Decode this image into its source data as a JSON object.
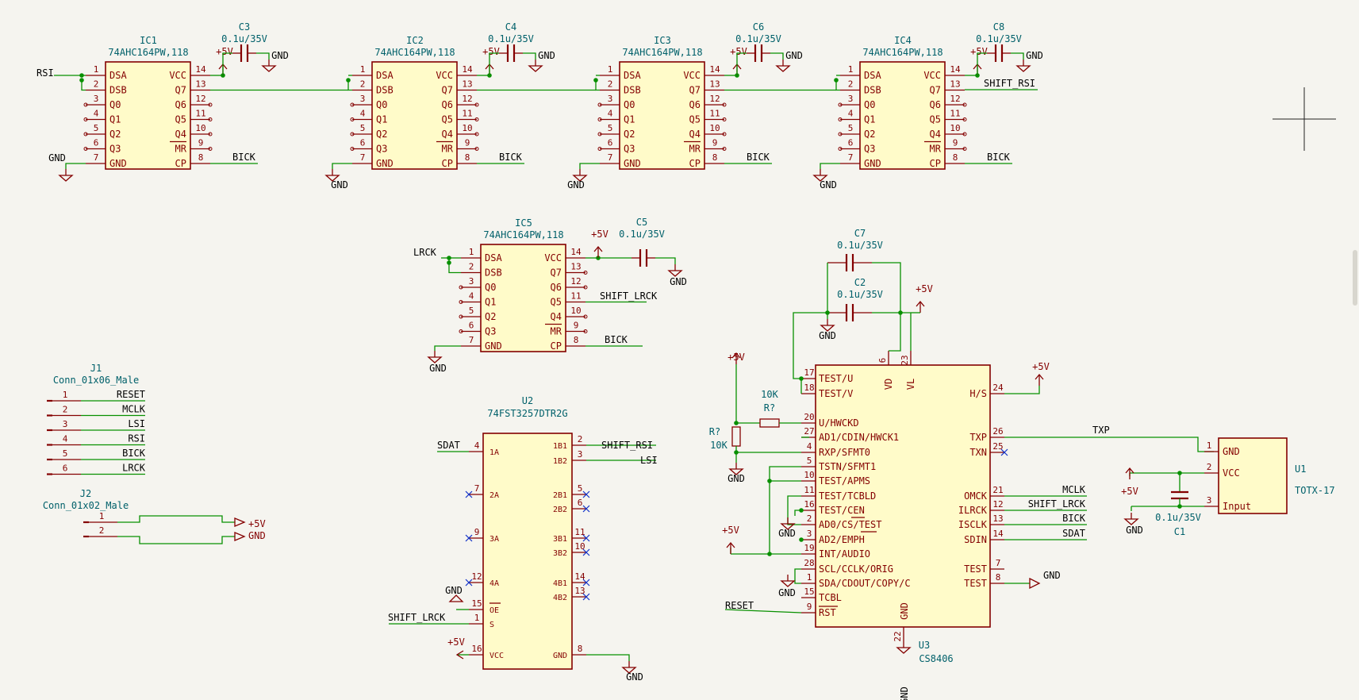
{
  "symbols": {
    "shift_registers": [
      {
        "ref": "IC1",
        "value": "74AHC164PW,118"
      },
      {
        "ref": "IC2",
        "value": "74AHC164PW,118"
      },
      {
        "ref": "IC3",
        "value": "74AHC164PW,118"
      },
      {
        "ref": "IC4",
        "value": "74AHC164PW,118"
      },
      {
        "ref": "IC5",
        "value": "74AHC164PW,118"
      }
    ],
    "reg_pins_left": [
      {
        "num": "1",
        "name": "DSA"
      },
      {
        "num": "2",
        "name": "DSB"
      },
      {
        "num": "3",
        "name": "Q0"
      },
      {
        "num": "4",
        "name": "Q1"
      },
      {
        "num": "5",
        "name": "Q2"
      },
      {
        "num": "6",
        "name": "Q3"
      },
      {
        "num": "7",
        "name": "GND"
      }
    ],
    "reg_pins_right": [
      {
        "num": "14",
        "name": "VCC"
      },
      {
        "num": "13",
        "name": "Q7"
      },
      {
        "num": "12",
        "name": "Q6"
      },
      {
        "num": "11",
        "name": "Q5"
      },
      {
        "num": "10",
        "name": "Q4"
      },
      {
        "num": "9",
        "name": "MR"
      },
      {
        "num": "8",
        "name": "CP"
      }
    ],
    "capacitors": [
      {
        "ref": "C3",
        "value": "0.1u/35V"
      },
      {
        "ref": "C4",
        "value": "0.1u/35V"
      },
      {
        "ref": "C6",
        "value": "0.1u/35V"
      },
      {
        "ref": "C8",
        "value": "0.1u/35V"
      },
      {
        "ref": "C5",
        "value": "0.1u/35V"
      },
      {
        "ref": "C7",
        "value": "0.1u/35V"
      },
      {
        "ref": "C2",
        "value": "0.1u/35V"
      },
      {
        "ref": "C1",
        "value": "0.1u/35V"
      }
    ],
    "resistors": [
      {
        "ref": "R?",
        "value": "10K"
      },
      {
        "ref": "R?",
        "value": "10K"
      }
    ],
    "j1": {
      "ref": "J1",
      "value": "Conn_01x06_Male",
      "pins": [
        {
          "num": "1",
          "net": "RESET"
        },
        {
          "num": "2",
          "net": "MCLK"
        },
        {
          "num": "3",
          "net": "LSI"
        },
        {
          "num": "4",
          "net": "RSI"
        },
        {
          "num": "5",
          "net": "BICK"
        },
        {
          "num": "6",
          "net": "LRCK"
        }
      ]
    },
    "j2": {
      "ref": "J2",
      "value": "Conn_01x02_Male",
      "pins": [
        {
          "num": "1",
          "net": "+5V"
        },
        {
          "num": "2",
          "net": "GND"
        }
      ]
    },
    "u2": {
      "ref": "U2",
      "value": "74FST3257DTR2G",
      "left": [
        {
          "num": "4",
          "name": "1A"
        },
        {
          "num": "7",
          "name": "2A"
        },
        {
          "num": "9",
          "name": "3A"
        },
        {
          "num": "12",
          "name": "4A"
        },
        {
          "num": "15",
          "name": "OE"
        },
        {
          "num": "1",
          "name": "S"
        },
        {
          "num": "16",
          "name": "VCC"
        }
      ],
      "right": [
        {
          "num": "2",
          "name": "1B1"
        },
        {
          "num": "3",
          "name": "1B2"
        },
        {
          "num": "5",
          "name": "2B1"
        },
        {
          "num": "6",
          "name": "2B2"
        },
        {
          "num": "11",
          "name": "3B1"
        },
        {
          "num": "10",
          "name": "3B2"
        },
        {
          "num": "14",
          "name": "4B1"
        },
        {
          "num": "13",
          "name": "4B2"
        },
        {
          "num": "8",
          "name": "GND"
        }
      ]
    },
    "u3": {
      "ref": "U3",
      "value": "CS8406",
      "left": [
        {
          "num": "17",
          "name": "TEST/U"
        },
        {
          "num": "18",
          "name": "TEST/V"
        },
        {
          "num": "20",
          "name": "U/HWCKD"
        },
        {
          "num": "27",
          "name": "AD1/CDIN/HWCK1"
        },
        {
          "num": "4",
          "name": "RXP/SFMT0"
        },
        {
          "num": "5",
          "name": "TSTN/SFMT1"
        },
        {
          "num": "10",
          "name": "TEST/APMS"
        },
        {
          "num": "11",
          "name": "TEST/TCBLD"
        },
        {
          "num": "16",
          "name": "TEST/CEN"
        },
        {
          "num": "2",
          "name": "AD0/CS/TEST"
        },
        {
          "num": "3",
          "name": "AD2/EMPH"
        },
        {
          "num": "19",
          "name": "INT/AUDIO"
        },
        {
          "num": "28",
          "name": "SCL/CCLK/ORIG"
        },
        {
          "num": "1",
          "name": "SDA/CDOUT/COPY/C"
        },
        {
          "num": "15",
          "name": "TCBL"
        },
        {
          "num": "9",
          "name": "RST"
        }
      ],
      "right": [
        {
          "num": "24",
          "name": "H/S"
        },
        {
          "num": "26",
          "name": "TXP"
        },
        {
          "num": "25",
          "name": "TXN"
        },
        {
          "num": "21",
          "name": "OMCK"
        },
        {
          "num": "12",
          "name": "ILRCK"
        },
        {
          "num": "13",
          "name": "ISCLK"
        },
        {
          "num": "14",
          "name": "SDIN"
        },
        {
          "num": "7",
          "name": "TEST"
        },
        {
          "num": "8",
          "name": "TEST"
        }
      ],
      "top": [
        {
          "num": "6",
          "name": "VD"
        },
        {
          "num": "23",
          "name": "VL"
        }
      ],
      "bottom": [
        {
          "num": "22",
          "name": "GND"
        }
      ]
    },
    "u1": {
      "ref": "U1",
      "value": "TOTX-17",
      "pins": [
        {
          "num": "1",
          "name": "GND"
        },
        {
          "num": "2",
          "name": "VCC"
        },
        {
          "num": "3",
          "name": "Input"
        }
      ]
    }
  },
  "nets": {
    "rsi": "RSI",
    "bick": "BICK",
    "shift_rsi": "SHIFT_RSI",
    "lrck": "LRCK",
    "shift_lrck": "SHIFT_LRCK",
    "sdat": "SDAT",
    "lsi": "LSI",
    "txp": "TXP",
    "mclk": "MCLK",
    "reset": "RESET"
  },
  "power": {
    "vcc": "+5V",
    "gnd": "GND"
  },
  "colors": {
    "wire": "#089000",
    "symbol": "#840000",
    "body_fill": "#fffbc9",
    "reference": "#00606a",
    "no_connect": "#1030c8",
    "background": "#f5f4ef"
  }
}
